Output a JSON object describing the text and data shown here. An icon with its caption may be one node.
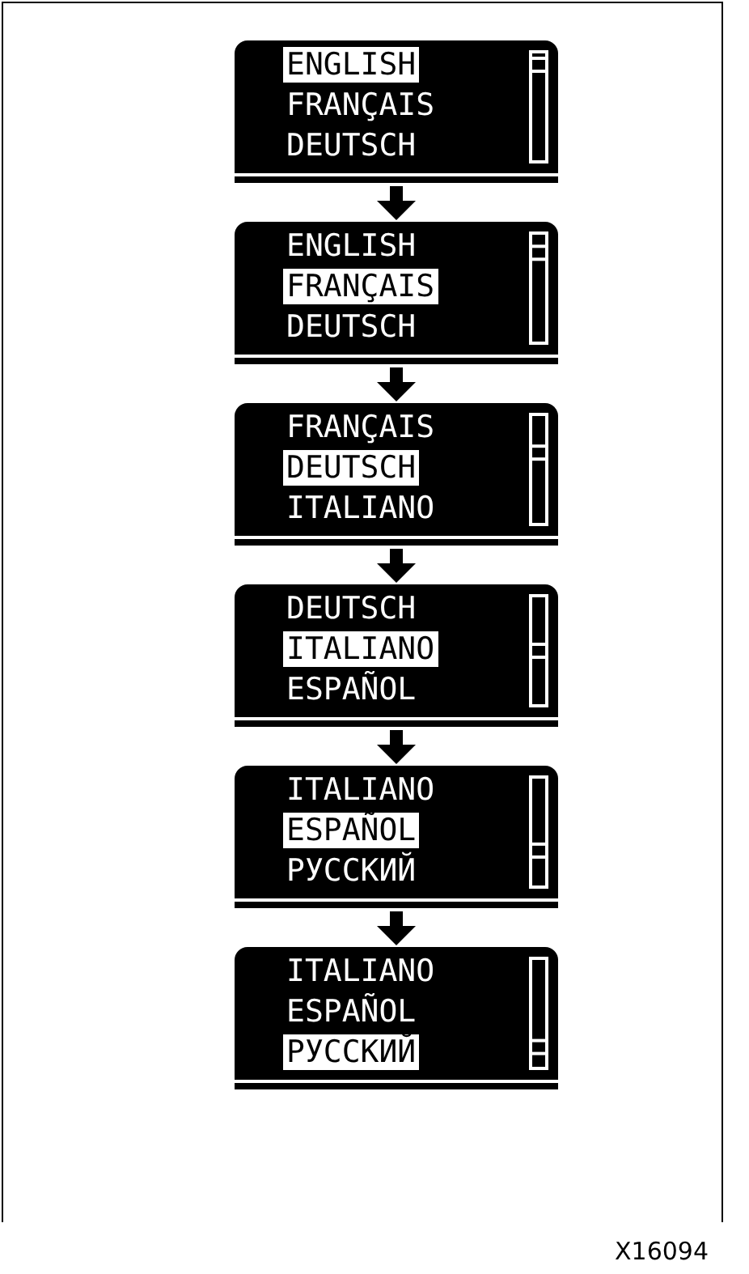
{
  "diagram": {
    "nodes": [
      {
        "text": [
          "ENGLISH",
          "FRANÇAIS",
          "DEUTSCH"
        ]
      },
      {
        "text": [
          "ENGLISH",
          "FRANÇAIS",
          "DEUTSCH"
        ]
      },
      {
        "text": [
          "FRANÇAIS",
          "DEUTSCH",
          "ITALIANO"
        ]
      },
      {
        "text": [
          "DEUTSCH",
          "ITALIANO",
          "ESPAÑOL"
        ]
      },
      {
        "text": [
          "ITALIANO",
          "ESPAÑOL",
          "РУССКИЙ"
        ]
      },
      {
        "text": [
          "ITALIANO",
          "ESPAÑOL",
          "РУССКИЙ"
        ]
      }
    ],
    "edges": [
      {
        "from": 0,
        "to": 1,
        "arrow": "to"
      },
      {
        "from": 1,
        "to": 2,
        "arrow": "to"
      },
      {
        "from": 2,
        "to": 3,
        "arrow": "to"
      },
      {
        "from": 3,
        "to": 4,
        "arrow": "to"
      },
      {
        "from": 4,
        "to": 5,
        "arrow": "to"
      }
    ],
    "labels": [
      "X16094"
    ]
  }
}
